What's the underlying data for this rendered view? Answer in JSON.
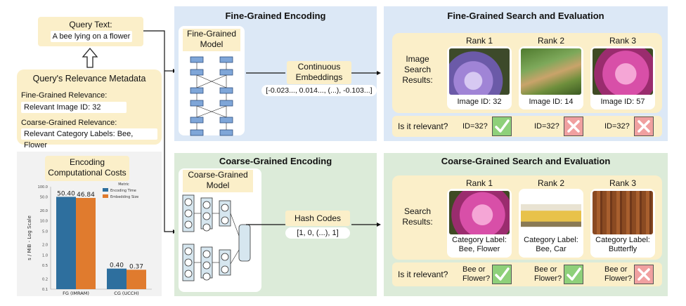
{
  "query": {
    "title": "Query Text:",
    "text": "A bee lying on a flower"
  },
  "metadata": {
    "title": "Query's Relevance Metadata",
    "fine_label": "Fine-Grained Relevance:",
    "fine_value": "Relevant Image ID: 32",
    "coarse_label": "Coarse-Grained Relevance:",
    "coarse_value": "Relevant Category Labels: Bee, Flower"
  },
  "costs": {
    "title_line1": "Encoding",
    "title_line2": "Computational Costs"
  },
  "fine_encoding": {
    "title": "Fine-Grained Encoding",
    "model_line1": "Fine-Grained",
    "model_line2": "Model",
    "emb_line1": "Continuous",
    "emb_line2": "Embeddings",
    "vector": "[-0.023..., 0.014..., (...), -0.103...]"
  },
  "coarse_encoding": {
    "title": "Coarse-Grained Encoding",
    "model_line1": "Coarse-Grained",
    "model_line2": "Model",
    "hash_label": "Hash Codes",
    "hash_value": "[1, 0, (...), 1]"
  },
  "fine_search": {
    "title": "Fine-Grained Search and Evaluation",
    "results_line1": "Image",
    "results_line2": "Search",
    "results_line3": "Results:",
    "ranks": [
      "Rank 1",
      "Rank 2",
      "Rank 3"
    ],
    "captions": [
      "Image ID: 32",
      "Image ID: 14",
      "Image ID: 57"
    ],
    "relevant_q": "Is it relevant?",
    "checks": [
      "ID=32?",
      "ID=32?",
      "ID=32?"
    ],
    "verdicts": [
      "check",
      "cross",
      "cross"
    ]
  },
  "coarse_search": {
    "title": "Coarse-Grained Search and Evaluation",
    "results_line1": "Search",
    "results_line2": "Results:",
    "ranks": [
      "Rank 1",
      "Rank 2",
      "Rank 3"
    ],
    "captions_l1": [
      "Category Label:",
      "Category Label:",
      "Category Label:"
    ],
    "captions_l2": [
      "Bee, Flower",
      "Bee, Car",
      "Butterfly"
    ],
    "relevant_q": "Is it relevant?",
    "checks_l1": [
      "Bee or",
      "Bee or",
      "Bee or"
    ],
    "checks_l2": [
      "Flower?",
      "Flower?",
      "Flower?"
    ],
    "verdicts": [
      "check",
      "check",
      "cross"
    ]
  },
  "chart_data": {
    "type": "bar",
    "title": "",
    "categories": [
      "FG (IMRAM)",
      "CG (UCCH)"
    ],
    "series": [
      {
        "name": "Encoding Time",
        "values": [
          50.4,
          0.4
        ],
        "color": "#2e6f9e"
      },
      {
        "name": "Embedding Size",
        "values": [
          46.84,
          0.37
        ],
        "color": "#e07b2e"
      }
    ],
    "data_labels": [
      "50.40",
      "46.84",
      "0.40",
      "0.37"
    ],
    "legend_title": "Metric",
    "legend_position": "top-right",
    "ylabel": "s / MiB - Log Scale",
    "yscale": "log",
    "ylim": [
      0.1,
      100
    ],
    "yticks": [
      "100.0",
      "50.0",
      "20.0",
      "10.0",
      "5.0",
      "2.0",
      "1.0",
      "0.5",
      "0.2",
      "0.1"
    ],
    "ytick_values": [
      100,
      50,
      20,
      10,
      5,
      2,
      1,
      0.5,
      0.2,
      0.1
    ]
  }
}
